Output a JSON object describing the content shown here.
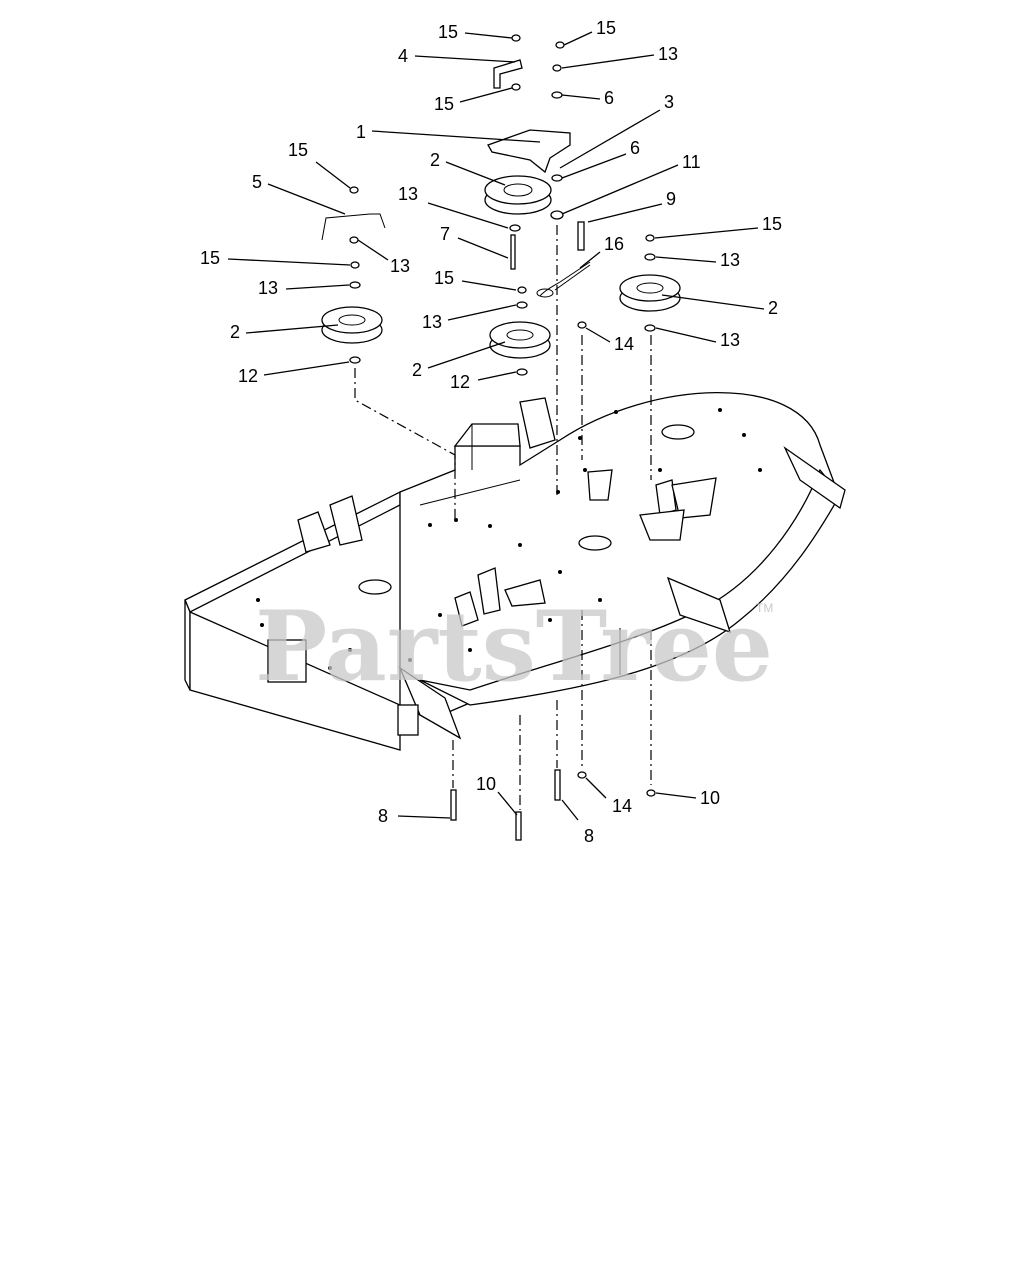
{
  "watermark": {
    "text": "PartsTree",
    "mark": "TM"
  },
  "callouts": [
    {
      "id": "c1",
      "label": "15"
    },
    {
      "id": "c2",
      "label": "15"
    },
    {
      "id": "c3",
      "label": "4"
    },
    {
      "id": "c4",
      "label": "13"
    },
    {
      "id": "c5",
      "label": "15"
    },
    {
      "id": "c6",
      "label": "6"
    },
    {
      "id": "c7",
      "label": "3"
    },
    {
      "id": "c8",
      "label": "1"
    },
    {
      "id": "c9",
      "label": "6"
    },
    {
      "id": "c10",
      "label": "15"
    },
    {
      "id": "c11",
      "label": "2"
    },
    {
      "id": "c12",
      "label": "11"
    },
    {
      "id": "c13",
      "label": "5"
    },
    {
      "id": "c14",
      "label": "9"
    },
    {
      "id": "c15",
      "label": "13"
    },
    {
      "id": "c16",
      "label": "15"
    },
    {
      "id": "c17",
      "label": "7"
    },
    {
      "id": "c18",
      "label": "13"
    },
    {
      "id": "c19",
      "label": "16"
    },
    {
      "id": "c20",
      "label": "13"
    },
    {
      "id": "c21",
      "label": "15"
    },
    {
      "id": "c22",
      "label": "15"
    },
    {
      "id": "c23",
      "label": "13"
    },
    {
      "id": "c24",
      "label": "2"
    },
    {
      "id": "c25",
      "label": "13"
    },
    {
      "id": "c26",
      "label": "2"
    },
    {
      "id": "c27",
      "label": "14"
    },
    {
      "id": "c28",
      "label": "13"
    },
    {
      "id": "c29",
      "label": "2"
    },
    {
      "id": "c30",
      "label": "12"
    },
    {
      "id": "c31",
      "label": "12"
    },
    {
      "id": "c32",
      "label": "10"
    },
    {
      "id": "c33",
      "label": "14"
    },
    {
      "id": "c34",
      "label": "10"
    },
    {
      "id": "c35",
      "label": "8"
    },
    {
      "id": "c36",
      "label": "8"
    }
  ]
}
